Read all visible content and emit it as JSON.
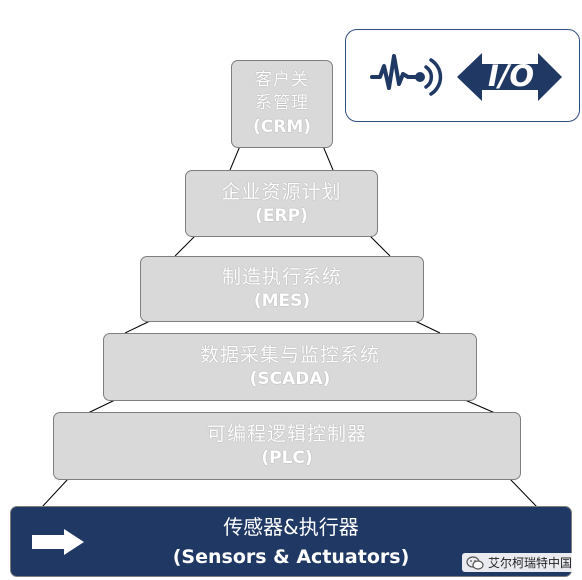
{
  "levels": [
    {
      "cn_lines": [
        "客户关",
        "系管理"
      ],
      "en": "(CRM)"
    },
    {
      "cn": "企业资源计划",
      "en": "(ERP)"
    },
    {
      "cn": "制造执行系统",
      "en": "(MES)"
    },
    {
      "cn": "数据采集与监控系统",
      "en": "(SCADA)"
    },
    {
      "cn": "可编程逻辑控制器",
      "en": "(PLC)"
    }
  ],
  "base": {
    "cn": "传感器&执行器",
    "en": "(Sensors & Actuators)"
  },
  "io_badge": {
    "text": "I/O",
    "icons": [
      "signal-wave-icon",
      "bidirectional-arrow-icon"
    ]
  },
  "watermark": {
    "text": "艾尔柯瑞特中国",
    "icon": "wechat-icon"
  },
  "colors": {
    "level_fill": "#d9d9d9",
    "base_fill": "#1f3864",
    "accent": "#1f3864"
  }
}
